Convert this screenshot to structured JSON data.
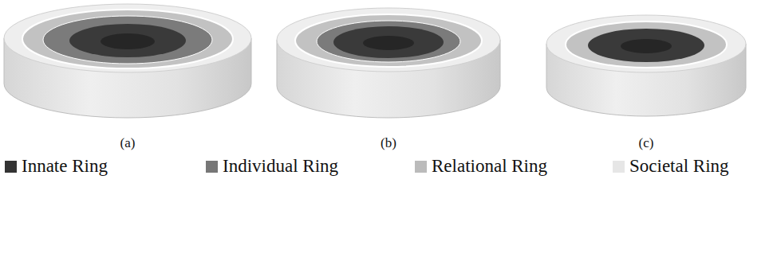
{
  "diagram": {
    "labels": [
      "(a)",
      "(b)",
      "(c)"
    ],
    "legend": [
      {
        "text": "Innate Ring",
        "color": "#333333"
      },
      {
        "text": "Individual Ring",
        "color": "#777777"
      },
      {
        "text": "Relational Ring",
        "color": "#bbbbbb"
      },
      {
        "text": "Societal Ring",
        "color": "#e6e6e6"
      }
    ]
  }
}
